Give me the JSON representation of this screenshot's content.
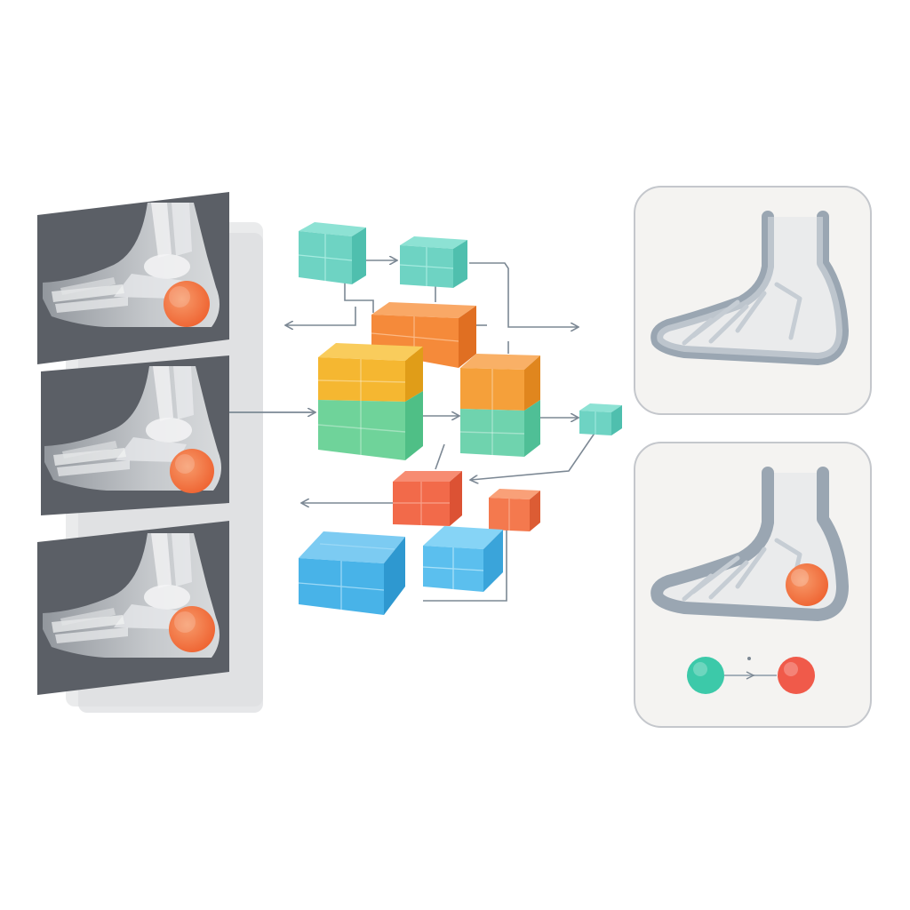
{
  "diagram": {
    "background": "#ffffff",
    "colors": {
      "xray_frame": "#5b5f66",
      "xray_shadow": "#d9dbde",
      "bone_light": "#e6e8ea",
      "bone_mid": "#bfc3c7",
      "lesion_orange": "#f26b3a",
      "cube_teal": "#6ed3c3",
      "cube_orange": "#f58a3a",
      "cube_yellow": "#f5b731",
      "cube_green": "#6fd39a",
      "cube_red": "#f26a4a",
      "cube_blue": "#48b3e8",
      "arrow": "#7c8894",
      "card_bg": "#f4f3f1",
      "card_border": "#c4c7cc",
      "foot_line": "#9aa6b2",
      "node_teal": "#3cc9a9",
      "node_red": "#f05a4a"
    },
    "input_stack": {
      "frames": [
        {
          "name": "xray-frame-1",
          "icon": "foot-xray-icon",
          "lesion": true
        },
        {
          "name": "xray-frame-2",
          "icon": "foot-xray-icon",
          "lesion": true
        },
        {
          "name": "xray-frame-3",
          "icon": "foot-xray-icon",
          "lesion": true
        }
      ]
    },
    "network_blocks": [
      {
        "name": "teal-block-a",
        "color": "teal"
      },
      {
        "name": "teal-block-b",
        "color": "teal"
      },
      {
        "name": "orange-block-top",
        "color": "orange"
      },
      {
        "name": "yellow-green-block-large",
        "color": "yellow-green"
      },
      {
        "name": "orange-green-block",
        "color": "orange-green"
      },
      {
        "name": "teal-block-small",
        "color": "teal"
      },
      {
        "name": "red-block-a",
        "color": "red"
      },
      {
        "name": "red-block-b",
        "color": "red"
      },
      {
        "name": "blue-block-a",
        "color": "blue"
      },
      {
        "name": "blue-block-b",
        "color": "blue"
      }
    ],
    "outputs": [
      {
        "name": "output-card-normal",
        "icon": "foot-outline-icon",
        "lesion": false
      },
      {
        "name": "output-card-lesion",
        "icon": "foot-outline-icon",
        "lesion": true,
        "legend_nodes": [
          "teal-node-icon",
          "red-node-icon"
        ]
      }
    ]
  }
}
